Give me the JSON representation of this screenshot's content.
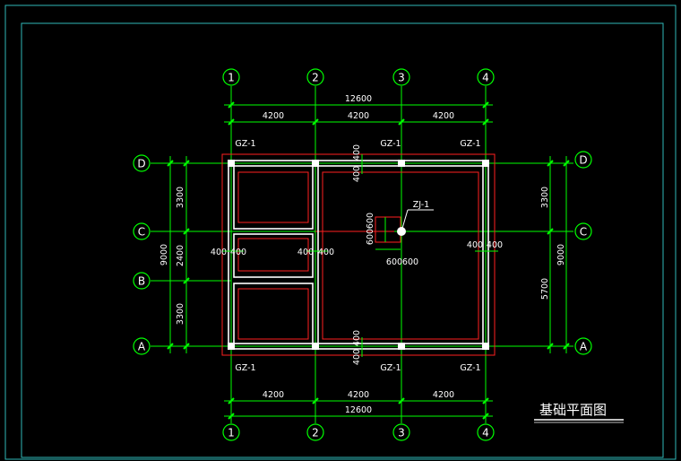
{
  "drawing": {
    "title": "基础平面图",
    "colors": {
      "background": "#000000",
      "frame": "#2fb8b8",
      "axis": "#00ff00",
      "dimension": "#00ff00",
      "wall": "#ffffff",
      "foundation": "#ff2020",
      "text": "#ffffff",
      "title_underline": "#ffffff"
    },
    "column_axes": [
      "1",
      "2",
      "3",
      "4"
    ],
    "row_axes": [
      "D",
      "C",
      "B",
      "A"
    ],
    "top_dims": {
      "total": "12600",
      "bays": [
        "4200",
        "4200",
        "4200"
      ]
    },
    "bottom_dims": {
      "total": "12600",
      "bays": [
        "4200",
        "4200",
        "4200"
      ]
    },
    "left_dims": {
      "total": "9000",
      "spans": [
        "3300",
        "2400",
        "3300"
      ]
    },
    "right_dims": {
      "total": "9000",
      "spans": [
        "3300",
        "5700"
      ]
    },
    "column_labels_top": [
      "GZ-1",
      "GZ-1",
      "GZ-1"
    ],
    "column_labels_bottom": [
      "GZ-1",
      "GZ-1",
      "GZ-1"
    ],
    "wall_dims": {
      "top_upper": "400",
      "top_lower": "400",
      "bottom_upper": "400",
      "bottom_lower": "400",
      "left_a": "400",
      "left_b": "400",
      "mid_a": "400",
      "mid_b": "400",
      "right_a": "400",
      "right_b": "400"
    },
    "pier": {
      "label": "ZJ-1",
      "width_a": "600",
      "width_b": "600",
      "depth_a": "600",
      "depth_b": "600"
    }
  }
}
